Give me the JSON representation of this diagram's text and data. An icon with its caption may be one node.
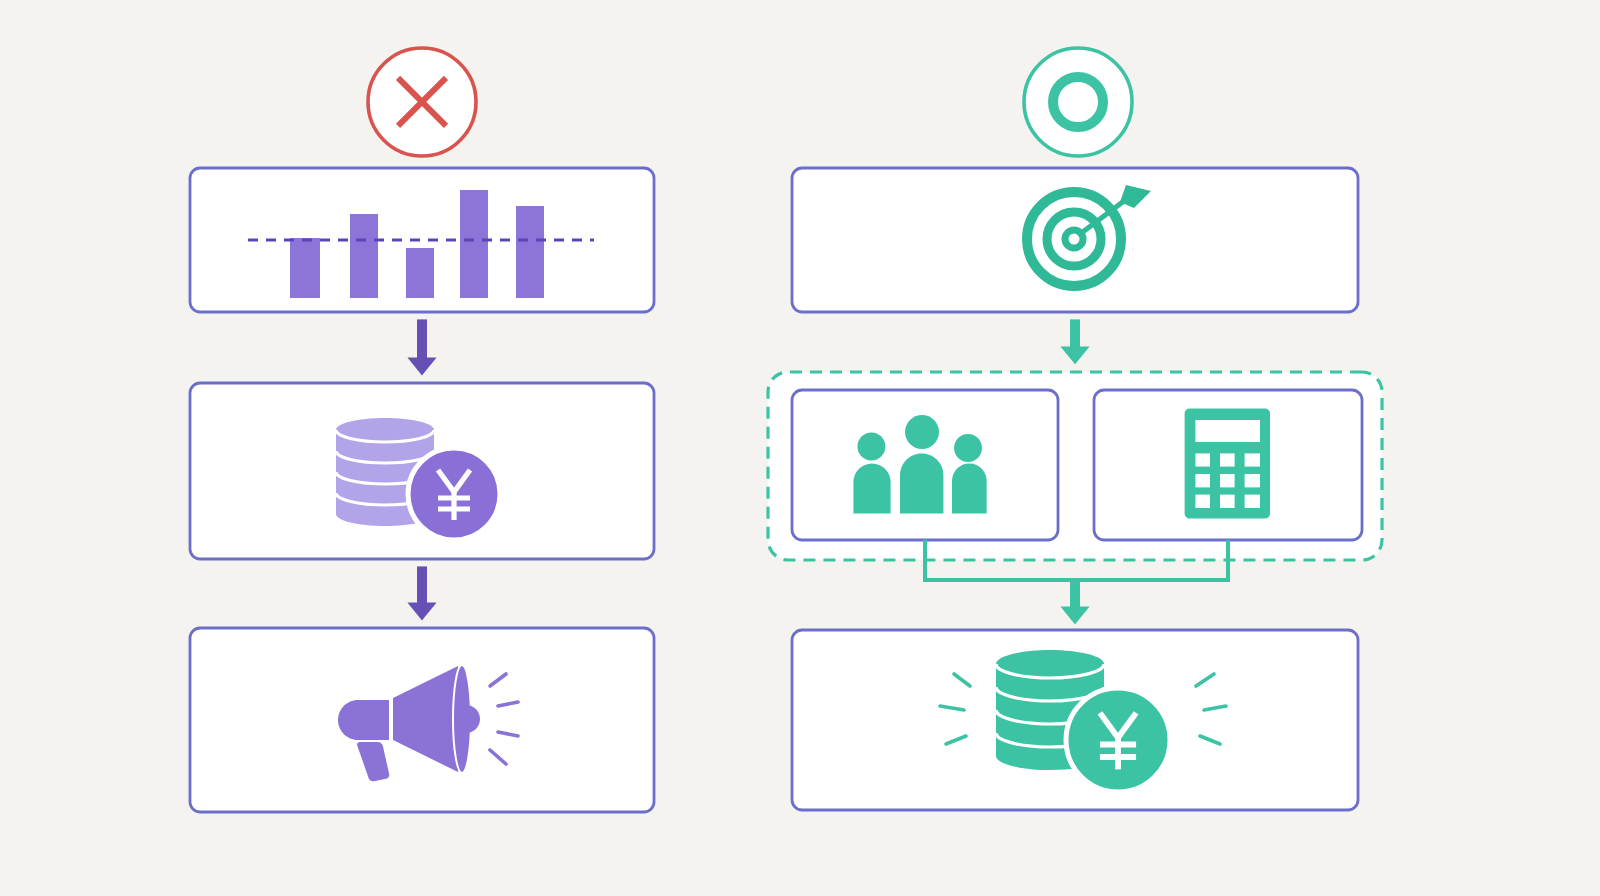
{
  "diagram": {
    "nodes": [
      {
        "text": [],
        "shape": "circle"
      },
      {
        "text": [],
        "shape": "box"
      },
      {
        "text": [],
        "shape": "box"
      },
      {
        "text": [],
        "shape": "box"
      },
      {
        "text": [],
        "shape": "circle"
      },
      {
        "text": [],
        "shape": "box"
      },
      {
        "text": [],
        "shape": "box"
      },
      {
        "text": [],
        "shape": "box",
        "in": 6
      },
      {
        "text": [],
        "shape": "box",
        "in": 6
      },
      {
        "text": [],
        "shape": "box"
      }
    ],
    "edges": [
      {
        "from": 1,
        "to": 2,
        "arrow": "to",
        "color": "#6650b5"
      },
      {
        "from": 2,
        "to": 3,
        "arrow": "to",
        "color": "#6650b5"
      },
      {
        "from": 5,
        "to": 6,
        "arrow": "to",
        "color": "#3cc3a3"
      },
      {
        "from": 7,
        "to": 9,
        "arrow": "to",
        "color": "#3cc3a3"
      },
      {
        "from": 8,
        "to": 9,
        "arrow": "to",
        "color": "#3cc3a3"
      }
    ]
  }
}
